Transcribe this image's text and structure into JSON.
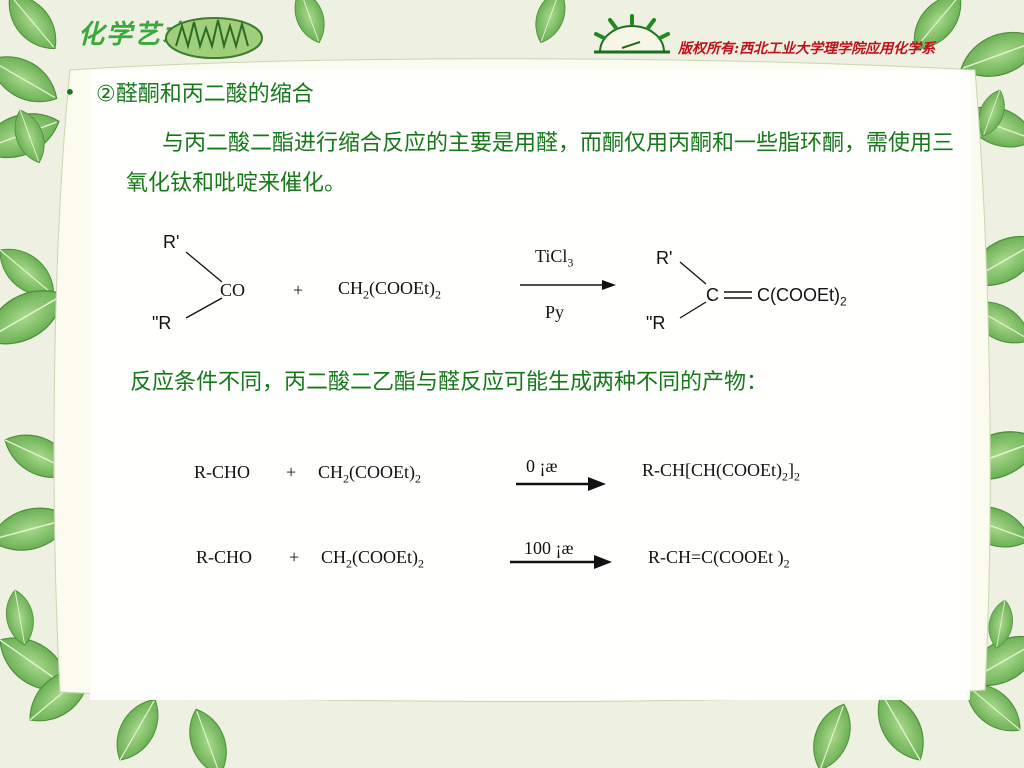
{
  "header": {
    "logo_text": "化学艺术",
    "copyright": "版权所有:西北工业大学理学院应用化学系"
  },
  "section": {
    "bullet": "•",
    "heading": "②醛酮和丙二酸的缩合",
    "paragraph": "与丙二酸二酯进行缩合反应的主要是用醛，而酮仅用丙酮和一些脂环酮，需使用三氧化钛和吡啶来催化。",
    "paragraph2": "反应条件不同，丙二酸二乙酯与醛反应可能生成两种不同的产物："
  },
  "reaction1": {
    "r_prime": "R'",
    "r_dprime": "\"R",
    "carbonyl": "CO",
    "plus": "+",
    "malonate": "CH",
    "malonate_sub": "2",
    "malonate_rest": "(COOEt)",
    "malonate_sub2": "2",
    "catalyst_top": "TiCl",
    "catalyst_top_sub": "3",
    "catalyst_bottom": "Py",
    "prod_r_prime": "R'",
    "prod_r_dprime": "\"R",
    "prod_c": "C",
    "prod_rest": "C(COOEt)",
    "prod_sub": "2"
  },
  "reaction2": {
    "reactant": "R-CHO",
    "plus": "+",
    "malonate": "CH",
    "malonate_sub": "2",
    "malonate_rest": "(COOEt)",
    "malonate_sub2": "2",
    "condition": "0 ¡æ",
    "product": "R-CH[CH(COOEt)",
    "product_sub": "2",
    "product_end": "]",
    "product_sub2": "2"
  },
  "reaction3": {
    "reactant": "R-CHO",
    "plus": "+",
    "malonate": "CH",
    "malonate_sub": "2",
    "malonate_rest": "(COOEt)",
    "malonate_sub2": "2",
    "condition": "100 ¡æ",
    "product": "R-CH=C(COOEt )",
    "product_sub": "2"
  },
  "colors": {
    "text_green": "#16781a",
    "copyright_red": "#c0101a",
    "leaf_green": "#7cc06a"
  }
}
